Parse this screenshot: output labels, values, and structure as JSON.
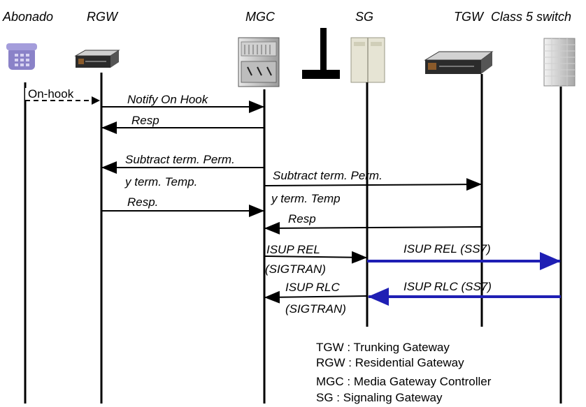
{
  "headers": {
    "abonado": "Abonado",
    "rgw": "RGW",
    "mgc": "MGC",
    "sg": "SG",
    "tgw": "TGW",
    "class5": "Class 5 switch"
  },
  "messages": {
    "on_hook": "On-hook",
    "notify_on_hook": "Notify On Hook",
    "resp1": "Resp",
    "subtract_left": "Subtract term. Perm.",
    "y_term_temp_left": "y  term. Temp.",
    "resp_left": "Resp.",
    "subtract_right": "Subtract term. Perm.",
    "y_term_temp_right": "y  term. Temp",
    "resp_right": "Resp",
    "isup_rel": "ISUP REL",
    "sigtran1": "(SIGTRAN)",
    "isup_rel_ss7": "ISUP REL  (SS7)",
    "isup_rlc": "ISUP RLC",
    "sigtran2": "(SIGTRAN)",
    "isup_rlc_ss7": "ISUP RLC  (SS7)"
  },
  "legend": [
    "TGW : Trunking Gateway",
    "RGW : Residential Gateway",
    "MGC : Media Gateway Controller",
    "SG : Signaling Gateway"
  ],
  "colors": {
    "ss7_arrow": "#1f1fb4",
    "phone": "#8a82c8"
  },
  "icons": [
    "telephone-icon",
    "rgw-device-icon",
    "mgc-server-icon",
    "separator-icon",
    "sg-cabinet-icon",
    "tgw-device-icon",
    "class5-switch-icon"
  ]
}
